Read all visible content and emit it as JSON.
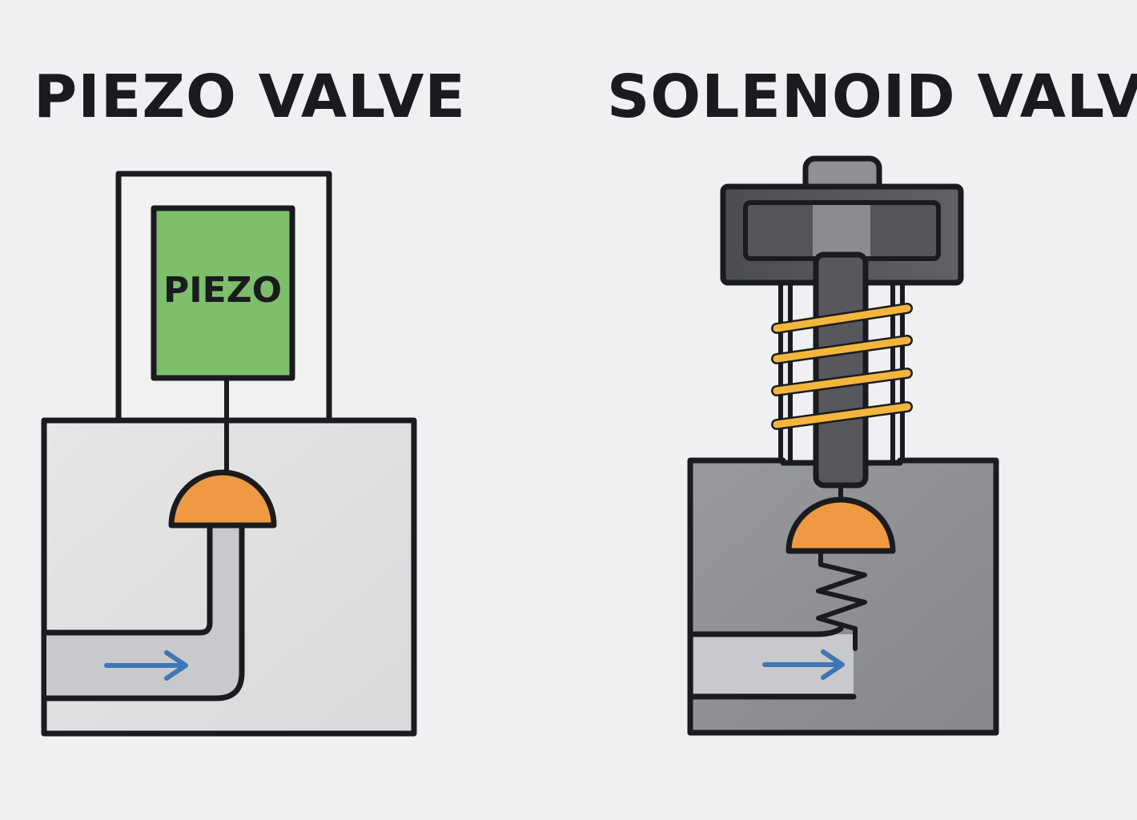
{
  "titles": {
    "piezo": "PIEZO VALVE",
    "solenoid": "SOLENOID VALVE"
  },
  "piezo_diagram": {
    "element_label": "PIEZO"
  },
  "colors": {
    "background": "#eff0f2",
    "outline": "#1a1b1e",
    "piezo_element": "#7dbf6a",
    "valve_head": "#ef9a43",
    "flow_arrow": "#3f76b8",
    "coil": "#f2b63c",
    "channel": "#c9cacd",
    "piezo_body": "#dfdfe0",
    "solenoid_body": "#8e9095",
    "solenoid_cap": "#56585d"
  }
}
